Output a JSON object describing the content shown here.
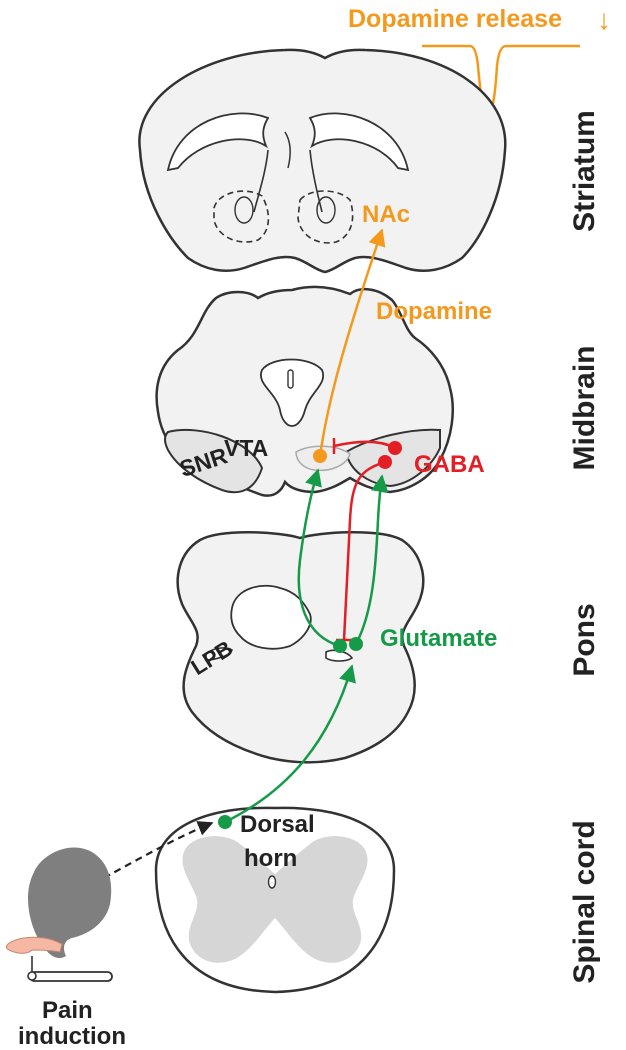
{
  "title": "Dopamine release",
  "title_arrow": "↓",
  "regions": {
    "striatum": "Striatum",
    "midbrain": "Midbrain",
    "pons": "Pons",
    "spinal_cord": "Spinal cord"
  },
  "labels": {
    "nac": "NAc",
    "dopamine": "Dopamine",
    "vta": "VTA",
    "snr": "SNR",
    "gaba": "GABA",
    "lpb": "LPB",
    "glutamate": "Glutamate",
    "dorsal": "Dorsal",
    "horn": "horn",
    "pain_line1": "Pain",
    "pain_line2": "induction"
  },
  "colors": {
    "dopamine": "#F39A1E",
    "gaba": "#E31E24",
    "glutamate": "#159A48",
    "tissue_fill": "#F2F2F2",
    "grey_matter": "#D6D6D6",
    "outline": "#333333",
    "hand_blob": "#7F7F7F",
    "text": "#222222"
  }
}
